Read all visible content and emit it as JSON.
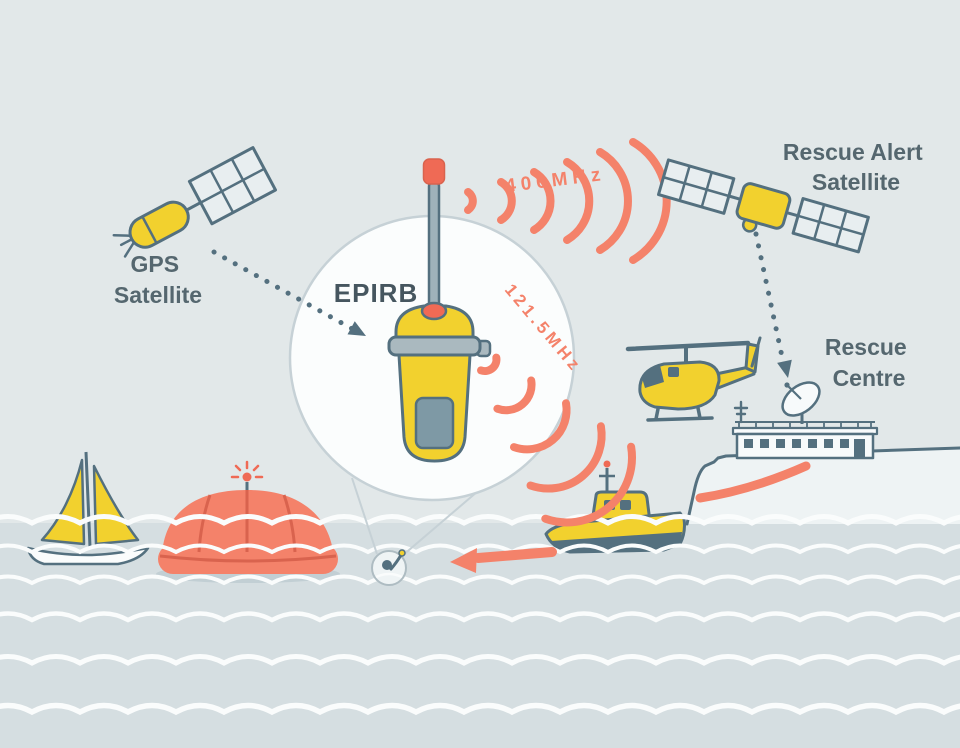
{
  "palette": {
    "yellow": "#f2d12e",
    "coral": "#f4826a",
    "coral_dark": "#ef6a55",
    "outline_blue": "#54707f",
    "label_text": "#55676f",
    "sky": "#e2e8e9",
    "sea": "#d5dee1"
  },
  "labels": {
    "gps": {
      "line1": "GPS",
      "line2": "Satellite"
    },
    "rescue_alert": {
      "line1": "Rescue Alert",
      "line2": "Satellite"
    },
    "rescue_centre": {
      "line1": "Rescue",
      "line2": "Centre"
    },
    "epirb": "EPIRB",
    "freq_high": "406MHz",
    "freq_low": "121.5MHz"
  }
}
